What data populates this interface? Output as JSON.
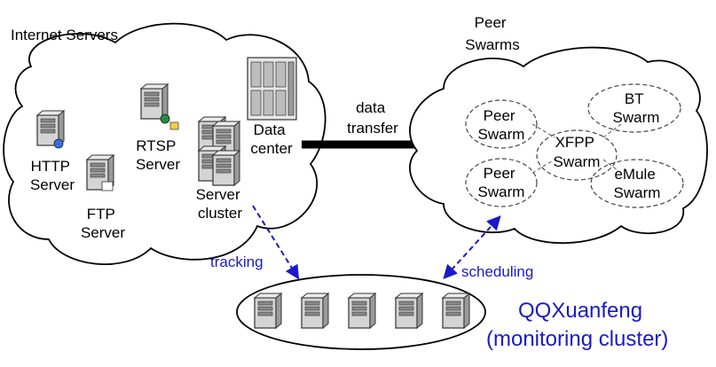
{
  "colors": {
    "accent_blue": "#1a1ac8",
    "line": "#000000",
    "server_fill": "#d4d4d4"
  },
  "left_cloud": {
    "title": "Internet Servers",
    "http_server": [
      "HTTP",
      "Server"
    ],
    "ftp_server": [
      "FTP",
      "Server"
    ],
    "rtsp_server": [
      "RTSP",
      "Server"
    ],
    "server_cluster": [
      "Server",
      "cluster"
    ],
    "data_center": [
      "Data",
      "center"
    ]
  },
  "transfer": [
    "data",
    "transfer"
  ],
  "right_cloud": {
    "title": [
      "Peer",
      "Swarms"
    ],
    "swarm_1": [
      "Peer",
      "Swarm"
    ],
    "swarm_2": [
      "Peer",
      "Swarm"
    ],
    "bt_swarm": [
      "BT",
      "Swarm"
    ],
    "xfpp_swarm": [
      "XFPP",
      "Swarm"
    ],
    "emule_swarm": [
      "eMule",
      "Swarm"
    ]
  },
  "tracking_label": "tracking",
  "scheduling_label": "scheduling",
  "monitoring": {
    "title": "QQXuanfeng",
    "subtitle": "(monitoring cluster)",
    "server_count": 5
  }
}
